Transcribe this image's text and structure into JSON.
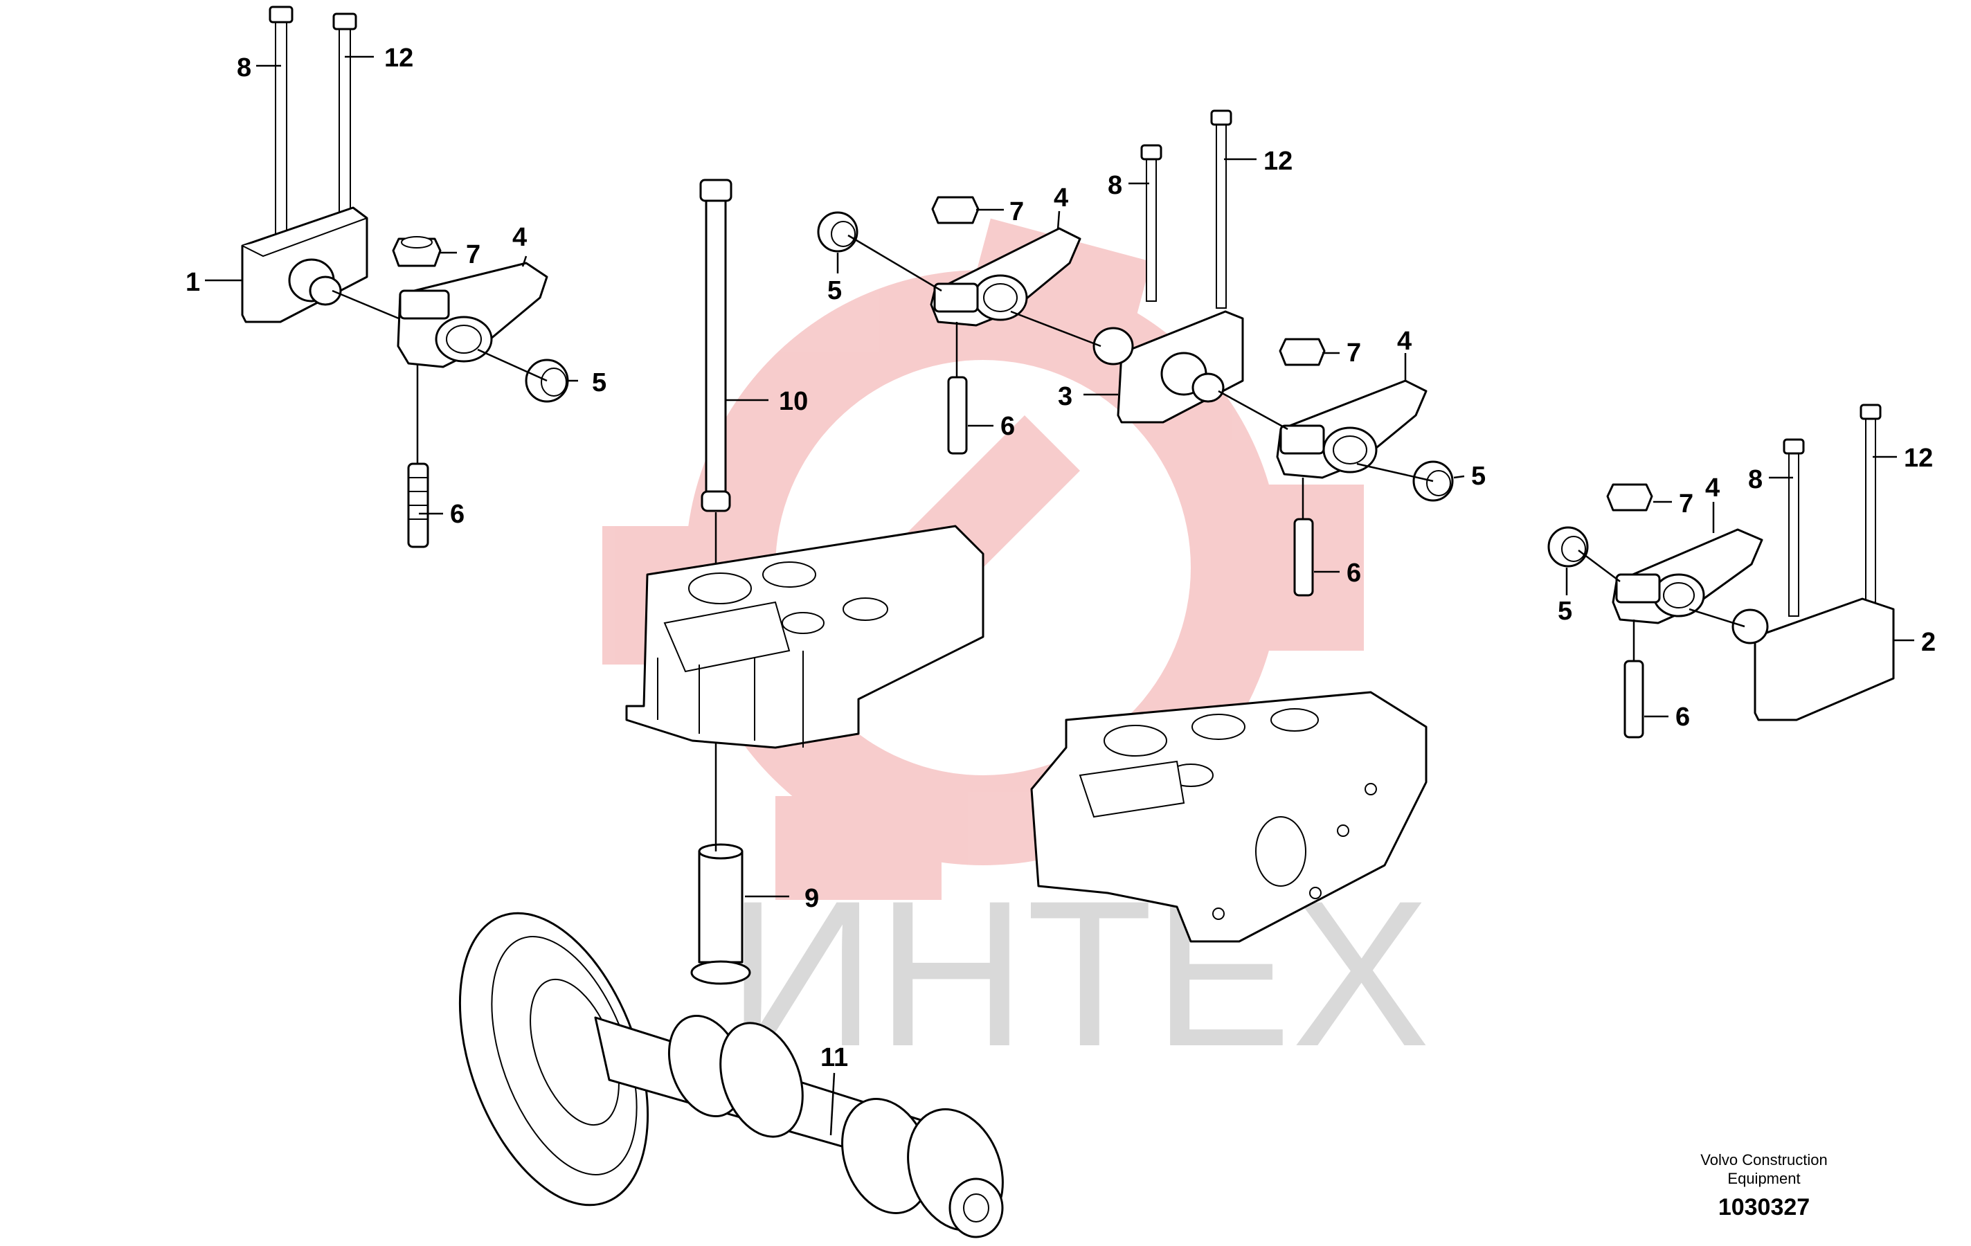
{
  "watermark": {
    "text": "ИНТЕХ",
    "logo_color": "#f4b9b9",
    "text_color": "#d9d9d9"
  },
  "callouts": [
    {
      "id": "c1",
      "label": "1"
    },
    {
      "id": "c2",
      "label": "2"
    },
    {
      "id": "c3",
      "label": "3"
    },
    {
      "id": "c4a",
      "label": "4"
    },
    {
      "id": "c4b",
      "label": "4"
    },
    {
      "id": "c4c",
      "label": "4"
    },
    {
      "id": "c4d",
      "label": "4"
    },
    {
      "id": "c5a",
      "label": "5"
    },
    {
      "id": "c5b",
      "label": "5"
    },
    {
      "id": "c5c",
      "label": "5"
    },
    {
      "id": "c5d",
      "label": "5"
    },
    {
      "id": "c6a",
      "label": "6"
    },
    {
      "id": "c6b",
      "label": "6"
    },
    {
      "id": "c6c",
      "label": "6"
    },
    {
      "id": "c6d",
      "label": "6"
    },
    {
      "id": "c7a",
      "label": "7"
    },
    {
      "id": "c7b",
      "label": "7"
    },
    {
      "id": "c7c",
      "label": "7"
    },
    {
      "id": "c7d",
      "label": "7"
    },
    {
      "id": "c8a",
      "label": "8"
    },
    {
      "id": "c8b",
      "label": "8"
    },
    {
      "id": "c8c",
      "label": "8"
    },
    {
      "id": "c9",
      "label": "9"
    },
    {
      "id": "c10",
      "label": "10"
    },
    {
      "id": "c11",
      "label": "11"
    },
    {
      "id": "c12a",
      "label": "12"
    },
    {
      "id": "c12b",
      "label": "12"
    },
    {
      "id": "c12c",
      "label": "12"
    }
  ],
  "footer": {
    "company_line1": "Volvo Construction",
    "company_line2": "Equipment",
    "figure_number": "1030327"
  }
}
